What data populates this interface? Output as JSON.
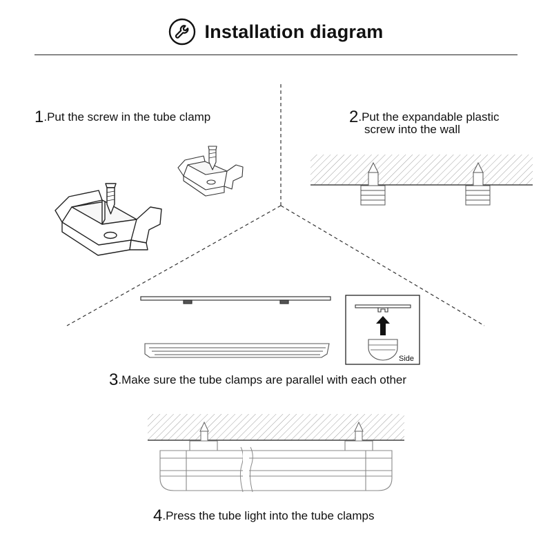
{
  "title": "Installation diagram",
  "icon": "wrench-icon",
  "steps": [
    {
      "num": "1",
      "text": ".Put the screw in the tube clamp"
    },
    {
      "num": "2",
      "line1": ".Put the expandable plastic",
      "line2": "screw into the wall"
    },
    {
      "num": "3",
      "text": ".Make sure the tube clamps are parallel with each other"
    },
    {
      "num": "4",
      "text": ".Press the tube light into the tube clamps"
    }
  ],
  "side_label": "Side",
  "colors": {
    "line": "#222222",
    "light_line": "#8a8a8a",
    "hatch": "#9a9a9a",
    "background": "#ffffff"
  }
}
